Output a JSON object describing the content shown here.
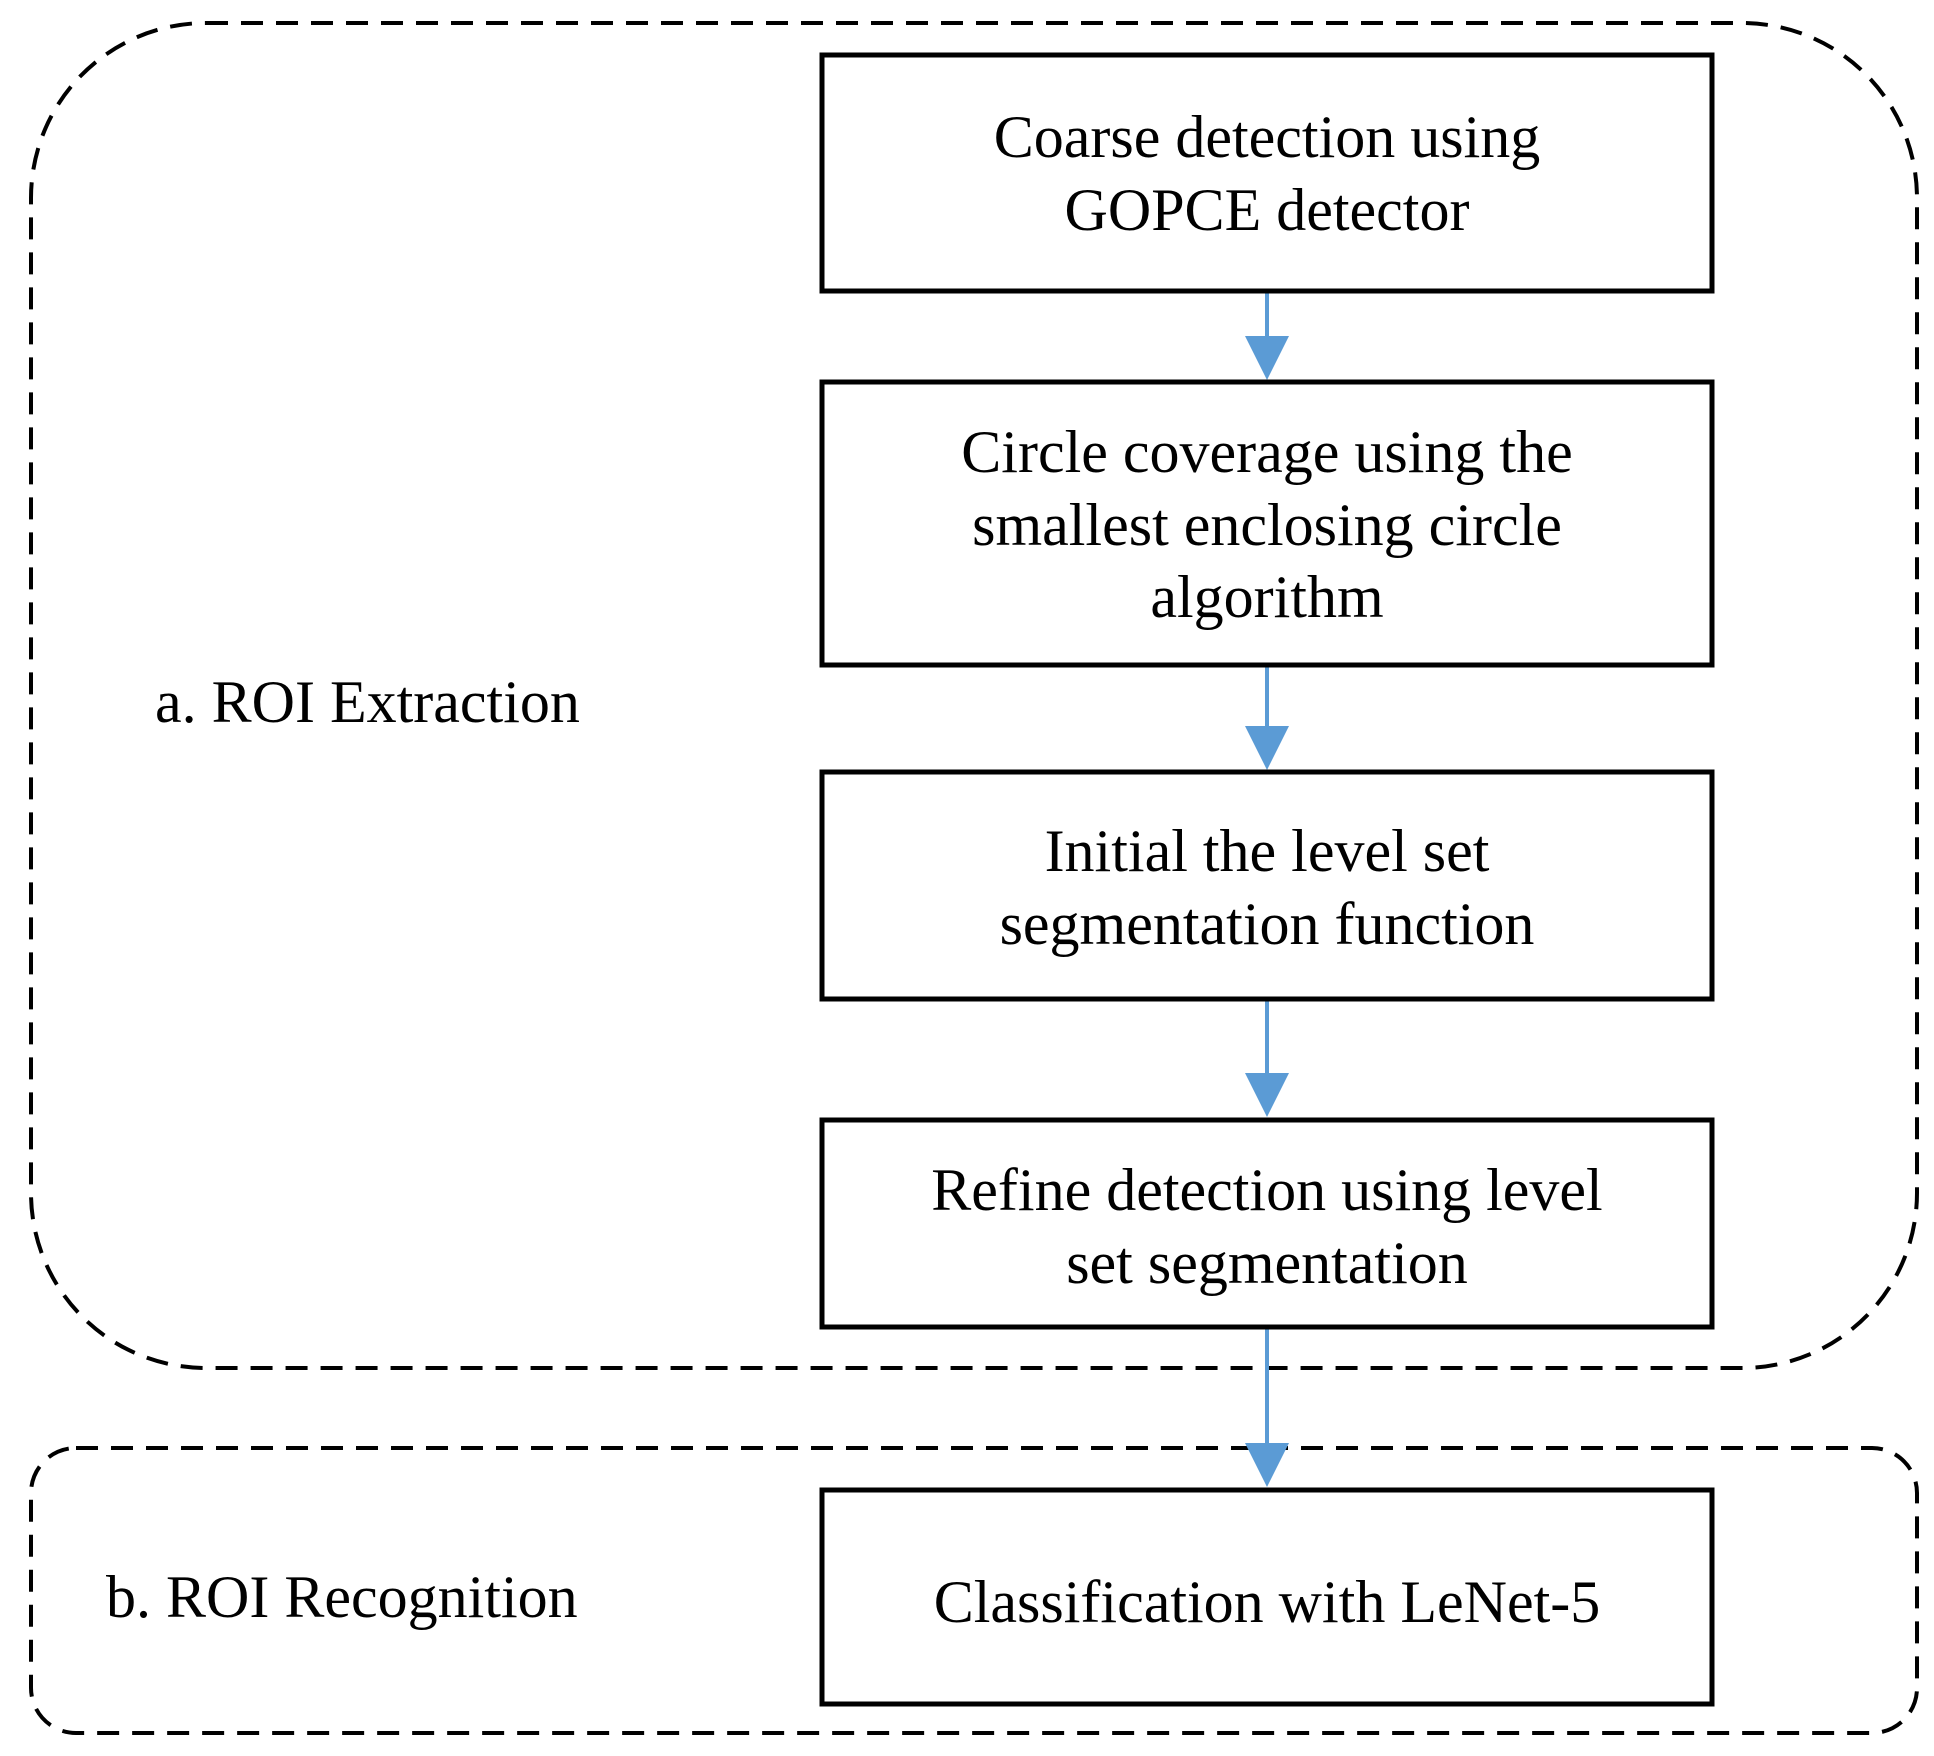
{
  "diagram": {
    "type": "flowchart",
    "colors": {
      "arrow": "#5b9bd5",
      "box_stroke": "#000000",
      "frame_stroke": "#000000",
      "text": "#000000",
      "background": "#ffffff"
    },
    "groups": [
      {
        "id": "roi-extraction",
        "label": "a. ROI Extraction",
        "border": "dashed",
        "steps": [
          {
            "id": "coarse-detection",
            "lines": [
              "Coarse detection using",
              "GOPCE detector"
            ]
          },
          {
            "id": "circle-coverage",
            "lines": [
              "Circle coverage using the",
              "smallest enclosing circle",
              "algorithm"
            ]
          },
          {
            "id": "initial-level-set",
            "lines": [
              "Initial the level set",
              "segmentation function"
            ]
          },
          {
            "id": "refine-detection",
            "lines": [
              "Refine detection using level",
              "set segmentation"
            ]
          }
        ]
      },
      {
        "id": "roi-recognition",
        "label": "b. ROI Recognition",
        "border": "dashed",
        "steps": [
          {
            "id": "classification",
            "lines": [
              "Classification with LeNet-5"
            ]
          }
        ]
      }
    ],
    "edges": [
      {
        "from": "coarse-detection",
        "to": "circle-coverage"
      },
      {
        "from": "circle-coverage",
        "to": "initial-level-set"
      },
      {
        "from": "initial-level-set",
        "to": "refine-detection"
      },
      {
        "from": "refine-detection",
        "to": "classification"
      }
    ]
  }
}
